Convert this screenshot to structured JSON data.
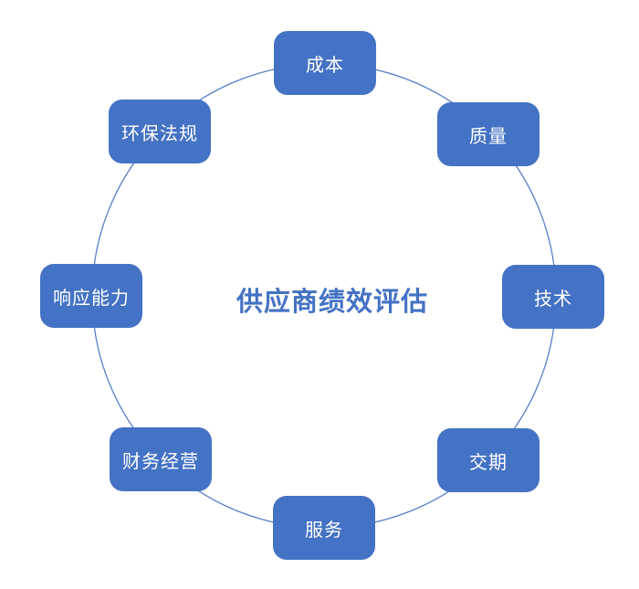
{
  "diagram": {
    "title": "供应商绩效评估",
    "nodes": [
      {
        "id": "cost",
        "label": "成本",
        "position": "top"
      },
      {
        "id": "quality",
        "label": "质量",
        "position": "top-right"
      },
      {
        "id": "technology",
        "label": "技术",
        "position": "right"
      },
      {
        "id": "delivery",
        "label": "交期",
        "position": "bottom-right"
      },
      {
        "id": "service",
        "label": "服务",
        "position": "bottom"
      },
      {
        "id": "finance-operation",
        "label": "财务经营",
        "position": "bottom-left"
      },
      {
        "id": "responsiveness",
        "label": "响应能力",
        "position": "left"
      },
      {
        "id": "environmental-regulation",
        "label": "环保法规",
        "position": "top-left"
      }
    ]
  },
  "theme": {
    "node-fill": "#4472C4",
    "node-text": "#FFFFFF",
    "circle-stroke": "#4472C4",
    "title-color": "#4472C4",
    "background": "#FFFFFF"
  }
}
